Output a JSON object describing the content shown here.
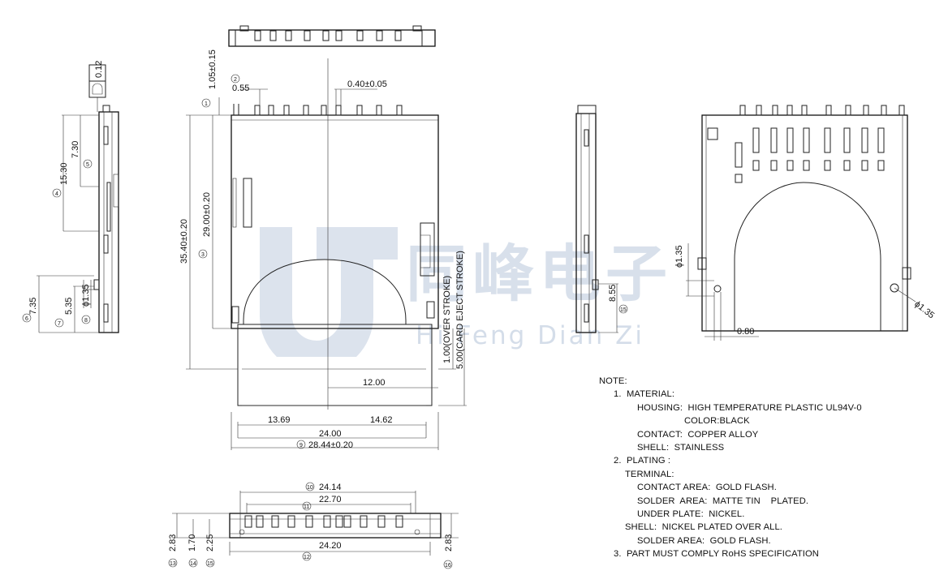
{
  "watermark": {
    "chinese": "同峰电子",
    "english": "Hi Feng Dian Zi"
  },
  "dimensions": {
    "flatness": "0.12",
    "d_1_05": "1.05±0.15",
    "d_0_55": "0.55",
    "d_0_40": "0.40±0.05",
    "d_15_30": "15.30",
    "d_7_30": "7.30",
    "d_7_35": "7.35",
    "d_5_35": "5.35",
    "d_phi_1_35_left": "ϕ1.35",
    "d_35_40": "35.40±0.20",
    "d_29_00": "29.00±0.20",
    "d_1_00": "1.00(OVER STROKE)",
    "d_5_00": "5.00(CARD EJECT STROKE)",
    "d_12_00": "12.00",
    "d_13_69": "13.69",
    "d_14_62": "14.62",
    "d_24_00": "24.00",
    "d_28_44": "28.44±0.20",
    "d_24_14": "24.14",
    "d_22_70": "22.70",
    "d_24_20": "24.20",
    "d_2_83_l": "2.83",
    "d_1_70": "1.70",
    "d_2_25": "2.25",
    "d_2_83_r": "2.83",
    "d_phi_1_35_right": "ϕ1.35",
    "d_8_55": "8.55",
    "d_0_80": "0.80",
    "d_phi_1_35_hole": "ϕ1.35"
  },
  "bubbles": {
    "b1": "1",
    "b2": "2",
    "b3": "3",
    "b4": "4",
    "b5": "5",
    "b6": "6",
    "b7": "7",
    "b8": "8",
    "b9": "9",
    "b10": "10",
    "b11": "11",
    "b12": "12",
    "b13": "13",
    "b14": "14",
    "b15": "15",
    "b16": "16",
    "b15r": "15"
  },
  "notes": {
    "header": "NOTE:",
    "material": "1.  MATERIAL:",
    "housing": "HOUSING:  HIGH TEMPERATURE PLASTIC UL94V-0",
    "color": "COLOR:BLACK",
    "contact": "CONTACT:  COPPER ALLOY",
    "shell": "SHELL:  STAINLESS",
    "plating": "2.  PLATING :",
    "terminal": "TERMINAL:",
    "contact_area": "CONTACT AREA:  GOLD FLASH.",
    "solder_area": "SOLDER  AREA:  MATTE TIN    PLATED.",
    "under_plate": "UNDER PLATE:  NICKEL.",
    "shell_plating": "SHELL:  NICKEL PLATED OVER ALL.",
    "shell_solder": "SOLDER AREA:  GOLD FLASH.",
    "rohs": "3.  PART MUST COMPLY RoHS SPECIFICATION"
  }
}
